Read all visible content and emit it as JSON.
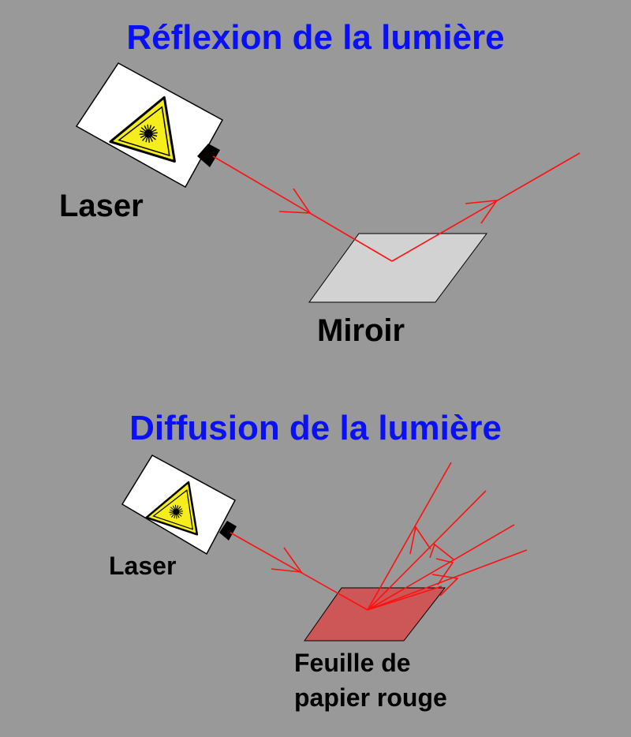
{
  "reflection": {
    "title": "Réflexion de la lumière",
    "laser_label": "Laser",
    "mirror_label": "Miroir"
  },
  "diffusion": {
    "title": "Diffusion de la lumière",
    "laser_label": "Laser",
    "paper_label_line1": "Feuille de",
    "paper_label_line2": "papier rouge"
  },
  "colors": {
    "background": "#999999",
    "title": "#0a10f5",
    "ray": "#ff1010",
    "mirror": "#d2d2d2",
    "paper": "#cd5656",
    "warning_sign": "#f5ee1c"
  },
  "icons": [
    "laser-warning-icon",
    "laser-warning-icon"
  ]
}
